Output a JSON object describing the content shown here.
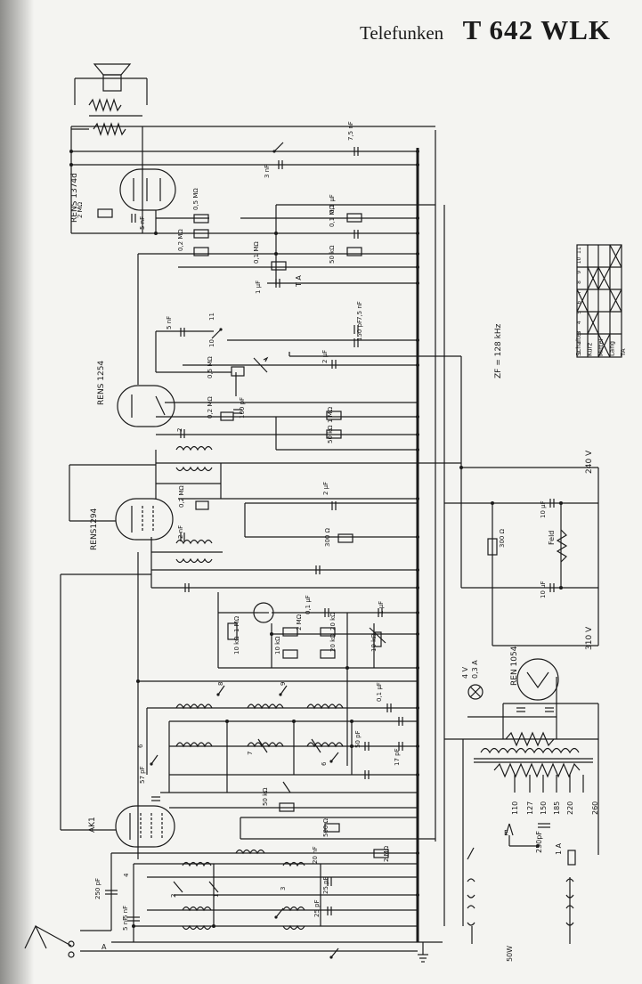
{
  "title": {
    "maker": "Telefunken",
    "model": "T 642 WLK"
  },
  "tubes": [
    "RENS 1374d",
    "RENS 1254",
    "RENS1294",
    "AK1",
    "REN 1054"
  ],
  "side_note": "ZF = 128 kHz",
  "switch_table": {
    "header_numbers": [
      "1",
      "2",
      "3",
      "4",
      "5",
      "6",
      "7",
      "8",
      "9",
      "10",
      "11"
    ],
    "rows": [
      "Schalter",
      "Kurz",
      "Mittel",
      "Lang",
      "TA"
    ]
  },
  "voltages": [
    "240 V",
    "310 V"
  ],
  "transformer_taps": [
    "110",
    "127",
    "150",
    "185",
    "220",
    "260"
  ],
  "lamp": [
    "4 V",
    "0,3 A"
  ],
  "labels": {
    "tonabnehmer": "T A",
    "fuse": "1 A",
    "power": "50W",
    "feld": "Feld",
    "antenna": "A",
    "earth": "E",
    "c_250pf": "250pF"
  },
  "components": {
    "out_stage": [
      "3 nF",
      "7,5 nF",
      "0,5 MΩ",
      "5 nF",
      "2 MΩ",
      "0,1 μF",
      "0,1 MΩ",
      "0,2 MΩ",
      "50 kΩ",
      "0,1 MΩ",
      "1 μF"
    ],
    "detector": [
      "5 nF",
      "11",
      "10",
      "7,5 nF",
      "150 pF",
      "0,5 MΩ",
      "2 μF",
      "100 pF",
      "0,2 MΩ",
      "1 MΩ",
      "50 kΩ",
      "2"
    ],
    "if_stage": [
      "0,2 MΩ",
      "2 μF",
      "300 Ω",
      "2 nF"
    ],
    "power_supply": [
      "10 μF",
      "300 Ω",
      "10 μF"
    ],
    "agc": [
      "0,1 μF",
      "1 μF",
      "1 MΩ",
      "2 MΩ",
      "20 kΩ",
      "10 kΩ",
      "20 kΩ",
      "10 kΩ",
      "10 kΩ"
    ],
    "rf_stage": [
      "8",
      "9",
      "0,1 μF",
      "50 pF",
      "17 pF",
      "7",
      "6",
      "6",
      "57 pF",
      "50 kΩ",
      "500 Ω",
      "20 nF",
      "2 MΩ",
      "25 pF",
      "3",
      "250 pF",
      "5 nF",
      "4",
      "2",
      "1",
      "25 pF",
      "5 nF"
    ]
  }
}
